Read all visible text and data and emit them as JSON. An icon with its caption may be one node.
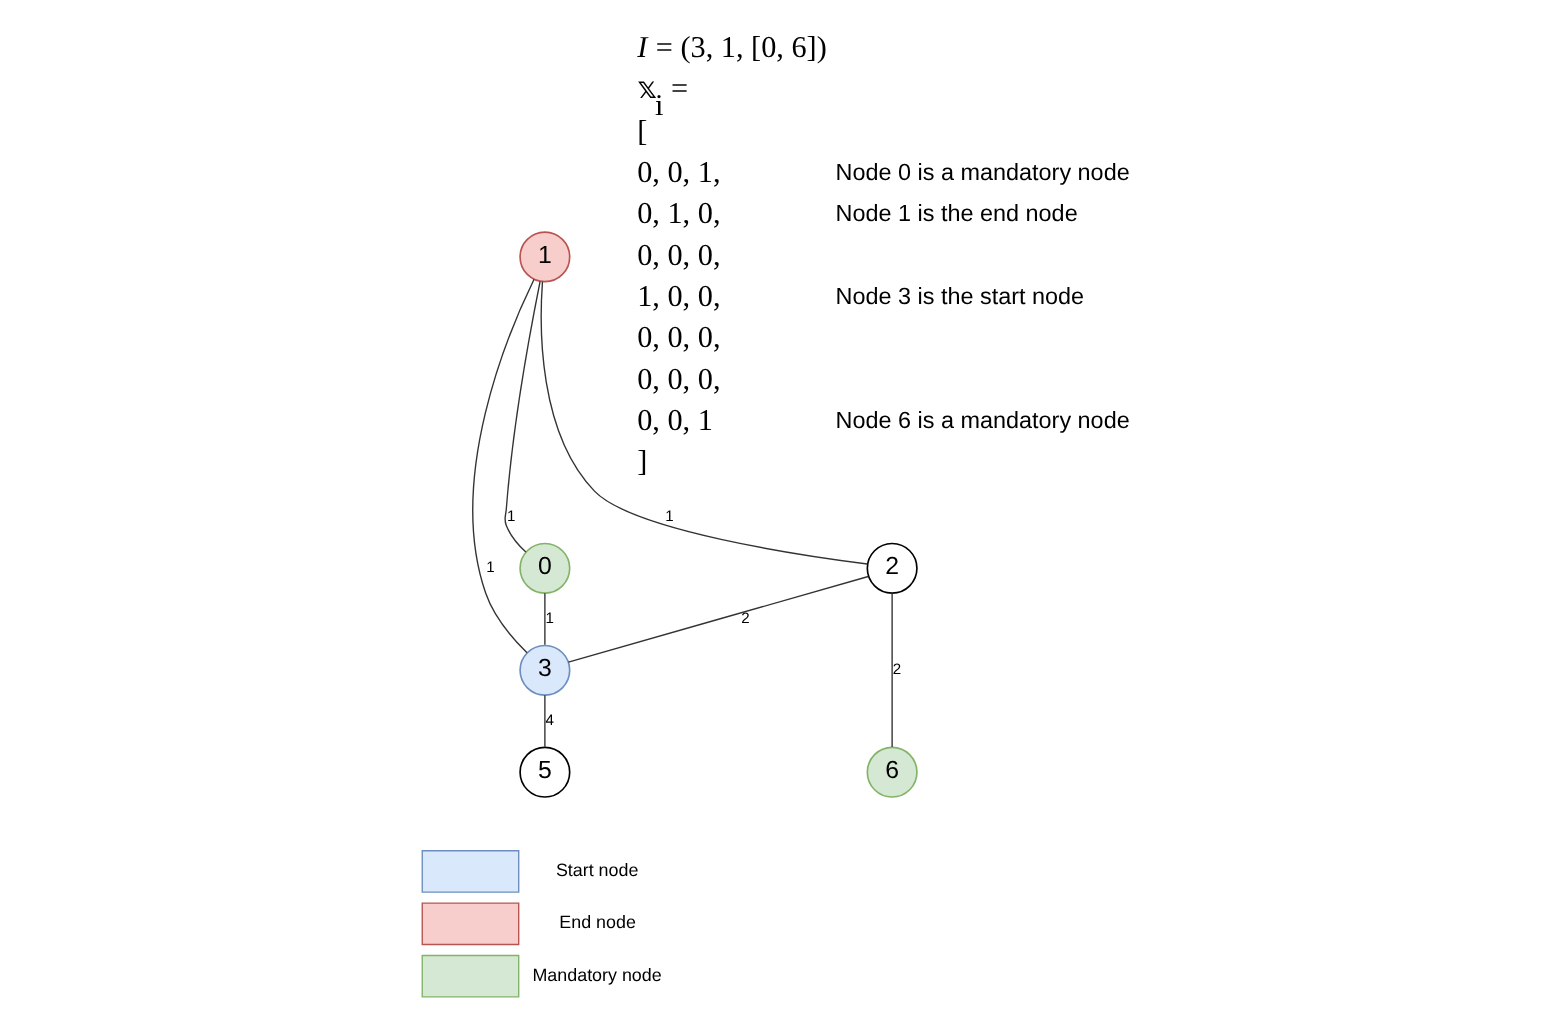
{
  "diagram": {
    "nodes": [
      {
        "text": [
          "0"
        ]
      },
      {
        "text": [
          "1"
        ]
      },
      {
        "text": [
          "2"
        ]
      },
      {
        "text": [
          "3"
        ]
      },
      {
        "text": [
          "5"
        ]
      },
      {
        "text": [
          "6"
        ]
      }
    ],
    "edges": [
      {
        "from": 0,
        "to": 1,
        "arrow": "none",
        "label": "1"
      },
      {
        "from": 1,
        "to": 2,
        "arrow": "none",
        "label": "1"
      },
      {
        "from": 1,
        "to": 3,
        "arrow": "none",
        "label": "1"
      },
      {
        "from": 0,
        "to": 3,
        "arrow": "none",
        "label": "1"
      },
      {
        "from": 2,
        "to": 3,
        "arrow": "none",
        "label": "2"
      },
      {
        "from": 2,
        "to": 5,
        "arrow": "none",
        "label": "2"
      },
      {
        "from": 3,
        "to": 4,
        "arrow": "none",
        "label": "4"
      }
    ],
    "labels": [
      "*I* = (3, 1, [0, 6])",
      "𝕩$_{i}$ =",
      "[",
      "0, 0, 1,",
      "Node 0 is a mandatory node",
      "0, 1, 0,",
      "Node 1 is the end node",
      "0, 0, 0,",
      "1, 0, 0,",
      "Node 3 is the start node",
      "0, 0, 0,",
      "0, 0, 0,",
      "0, 0, 1",
      "Node 6 is a mandatory node",
      "]"
    ],
    "legend": [
      {
        "text": "Start node",
        "color": "#dae8fc"
      },
      {
        "text": "End node",
        "color": "#f8cecc"
      },
      {
        "text": "Mandatory node",
        "color": "#d5e8d4"
      }
    ]
  }
}
